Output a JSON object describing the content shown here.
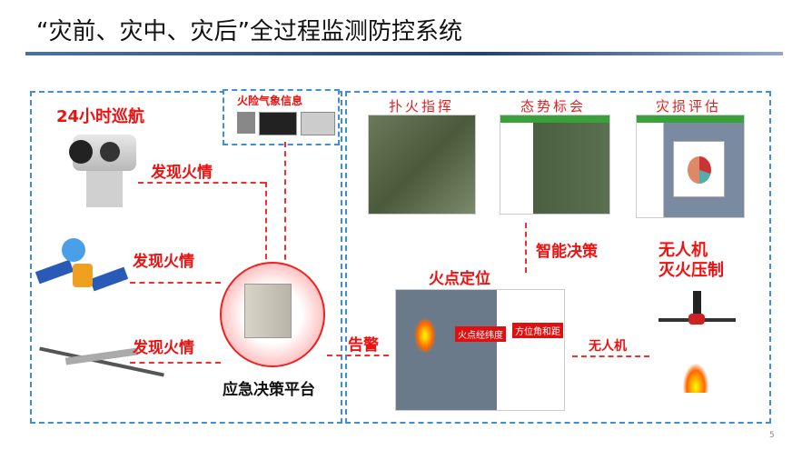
{
  "title": "“灾前、灾中、灾后”全过程监测防控系统",
  "left": {
    "patrol": "24小时巡航",
    "weather": "火险气象信息",
    "detect": [
      "发现火情",
      "发现火情",
      "发现火情"
    ],
    "platform": "应急决策平台",
    "alarm": "告警"
  },
  "right": {
    "captions": [
      "扑火指挥",
      "态势标会",
      "灾损评估"
    ],
    "decision": "智能决策",
    "locate": "火点定位",
    "map_labels": [
      "火点经纬度",
      "方位角和距"
    ],
    "uav_arrow": "无人机",
    "uav": [
      "无人机",
      "灭火压制"
    ]
  },
  "page_number": "5",
  "colors": {
    "accent_red": "#f01010",
    "border_blue": "#3d8fd8",
    "title_rule": "#1f3f80"
  }
}
